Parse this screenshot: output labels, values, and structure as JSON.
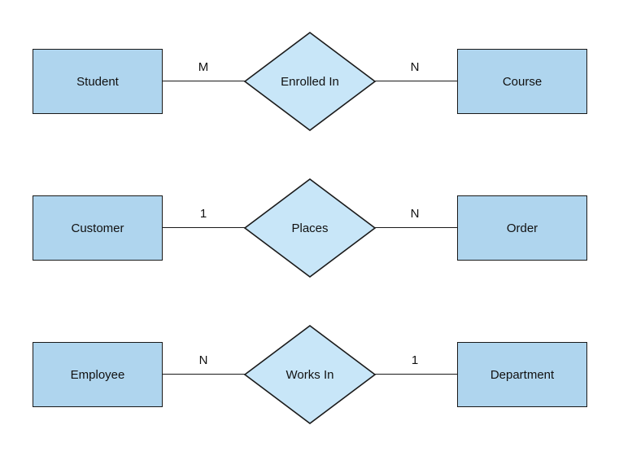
{
  "colors": {
    "background": "#ffffff",
    "entity_fill": "#AFD5EE",
    "relationship_fill": "#C8E6F8",
    "stroke": "#1a1a1a"
  },
  "rows": [
    {
      "left_entity": "Student",
      "left_cardinality": "M",
      "relationship": "Enrolled In",
      "right_cardinality": "N",
      "right_entity": "Course"
    },
    {
      "left_entity": "Customer",
      "left_cardinality": "1",
      "relationship": "Places",
      "right_cardinality": "N",
      "right_entity": "Order"
    },
    {
      "left_entity": "Employee",
      "left_cardinality": "N",
      "relationship": "Works In",
      "right_cardinality": "1",
      "right_entity": "Department"
    }
  ]
}
